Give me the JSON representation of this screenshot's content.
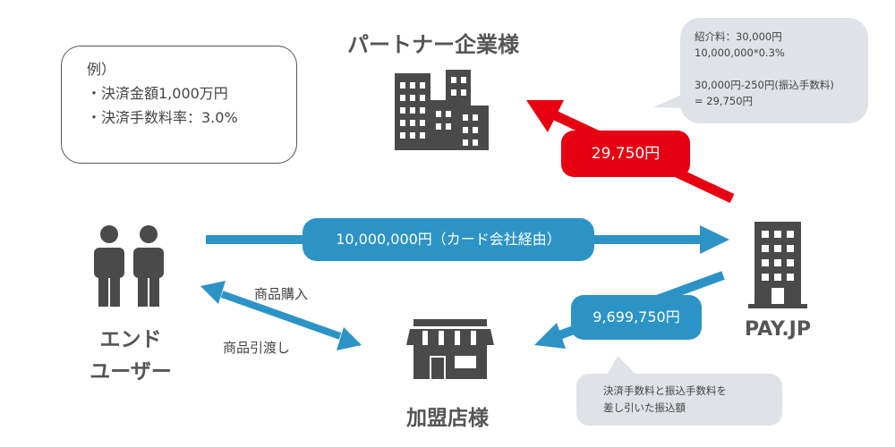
{
  "example": {
    "heading": "例）",
    "lines": [
      "・決済金額1,000万円",
      "・決済手数料率：3.0%"
    ]
  },
  "partner": {
    "label": "パートナー企業様"
  },
  "end_user": {
    "label_line1": "エンド",
    "label_line2": "ユーザー"
  },
  "merchant": {
    "label": "加盟店様"
  },
  "payjp": {
    "label": "PAY.JP"
  },
  "flows": {
    "card_payment": "10,000,000円（カード会社経由）",
    "to_partner": "29,750円",
    "to_merchant": "9,699,750円",
    "purchase": "商品購入",
    "delivery": "商品引渡し"
  },
  "fee_note": {
    "lines": [
      "紹介料：30,000円",
      "10,000,000*0.3%",
      "",
      "30,000円-250円(振込手数料)",
      "= 29,750円"
    ]
  },
  "merchant_note": {
    "lines": [
      "決済手数料と振込手数料を",
      "差し引いた振込額"
    ]
  },
  "colors": {
    "blue": "#2c93c7",
    "red": "#e60012",
    "gray_bubble": "#dfe2e6",
    "icon": "#4a4a4a"
  }
}
